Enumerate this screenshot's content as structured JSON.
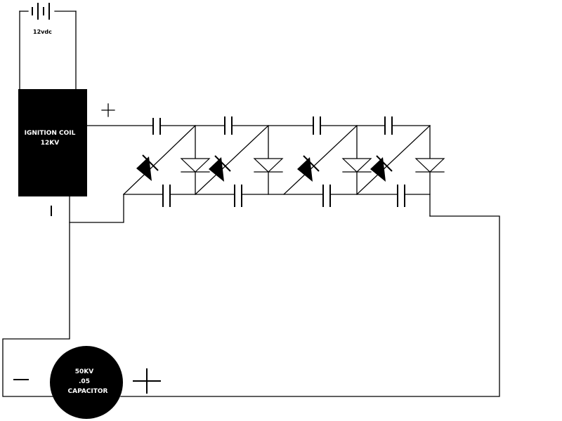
{
  "battery": {
    "label": "12vdc"
  },
  "ignition_coil": {
    "line1": "IGNITION COIL",
    "line2": "12KV"
  },
  "capacitor_main": {
    "line1": "50KV",
    "line2": ".05",
    "line3": "CAPACITOR"
  },
  "colors": {
    "ink": "#000000",
    "paper": "#ffffff"
  }
}
